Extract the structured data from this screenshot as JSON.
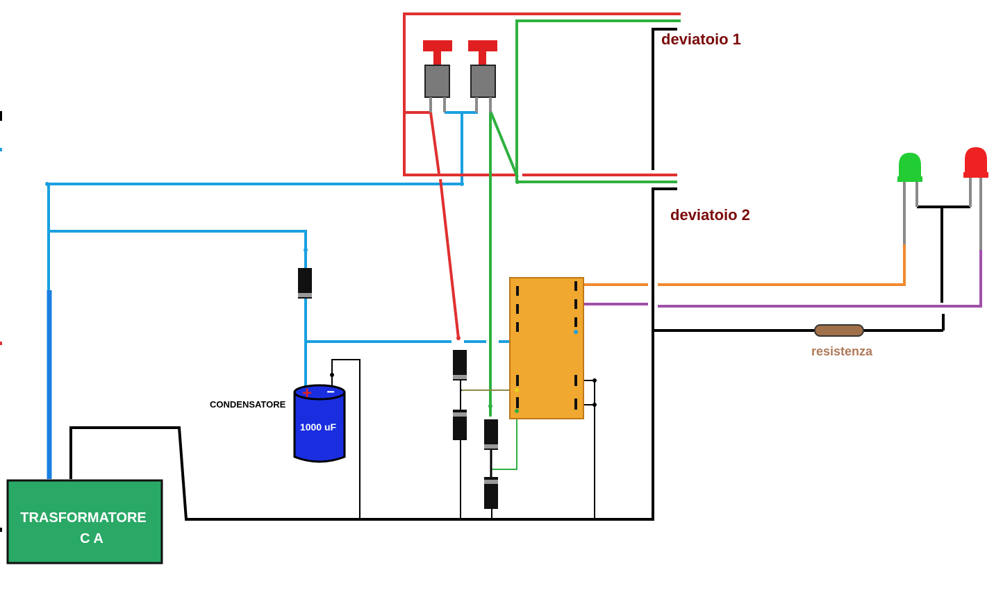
{
  "labels": {
    "deviatoio_1": "deviatoio 1",
    "deviatoio_2": "deviatoio 2",
    "resistenza": "resistenza",
    "condensatore": "CONDENSATORE",
    "capacitor_value": "1000 uF",
    "capacitor_plus": "+",
    "capacitor_minus": "−",
    "trasformatore_line1": "TRASFORMATORE",
    "trasformatore_line2": "C A"
  },
  "colors": {
    "blue_wire": "#1aa0e0",
    "red_wire": "#e03030",
    "green_wire": "#30b040",
    "black_wire": "#000000",
    "orange_wire": "#f08a30",
    "purple_wire": "#a050a8",
    "relay_body": "#f0a830",
    "transformer_body": "#2aa866",
    "capacitor_body": "#1a2ee0",
    "led_green": "#22cc33",
    "led_red": "#ee2222",
    "resistor_body": "#a0704a",
    "label_dark_red": "#7a0a0a",
    "label_brown": "#b07a5a"
  }
}
